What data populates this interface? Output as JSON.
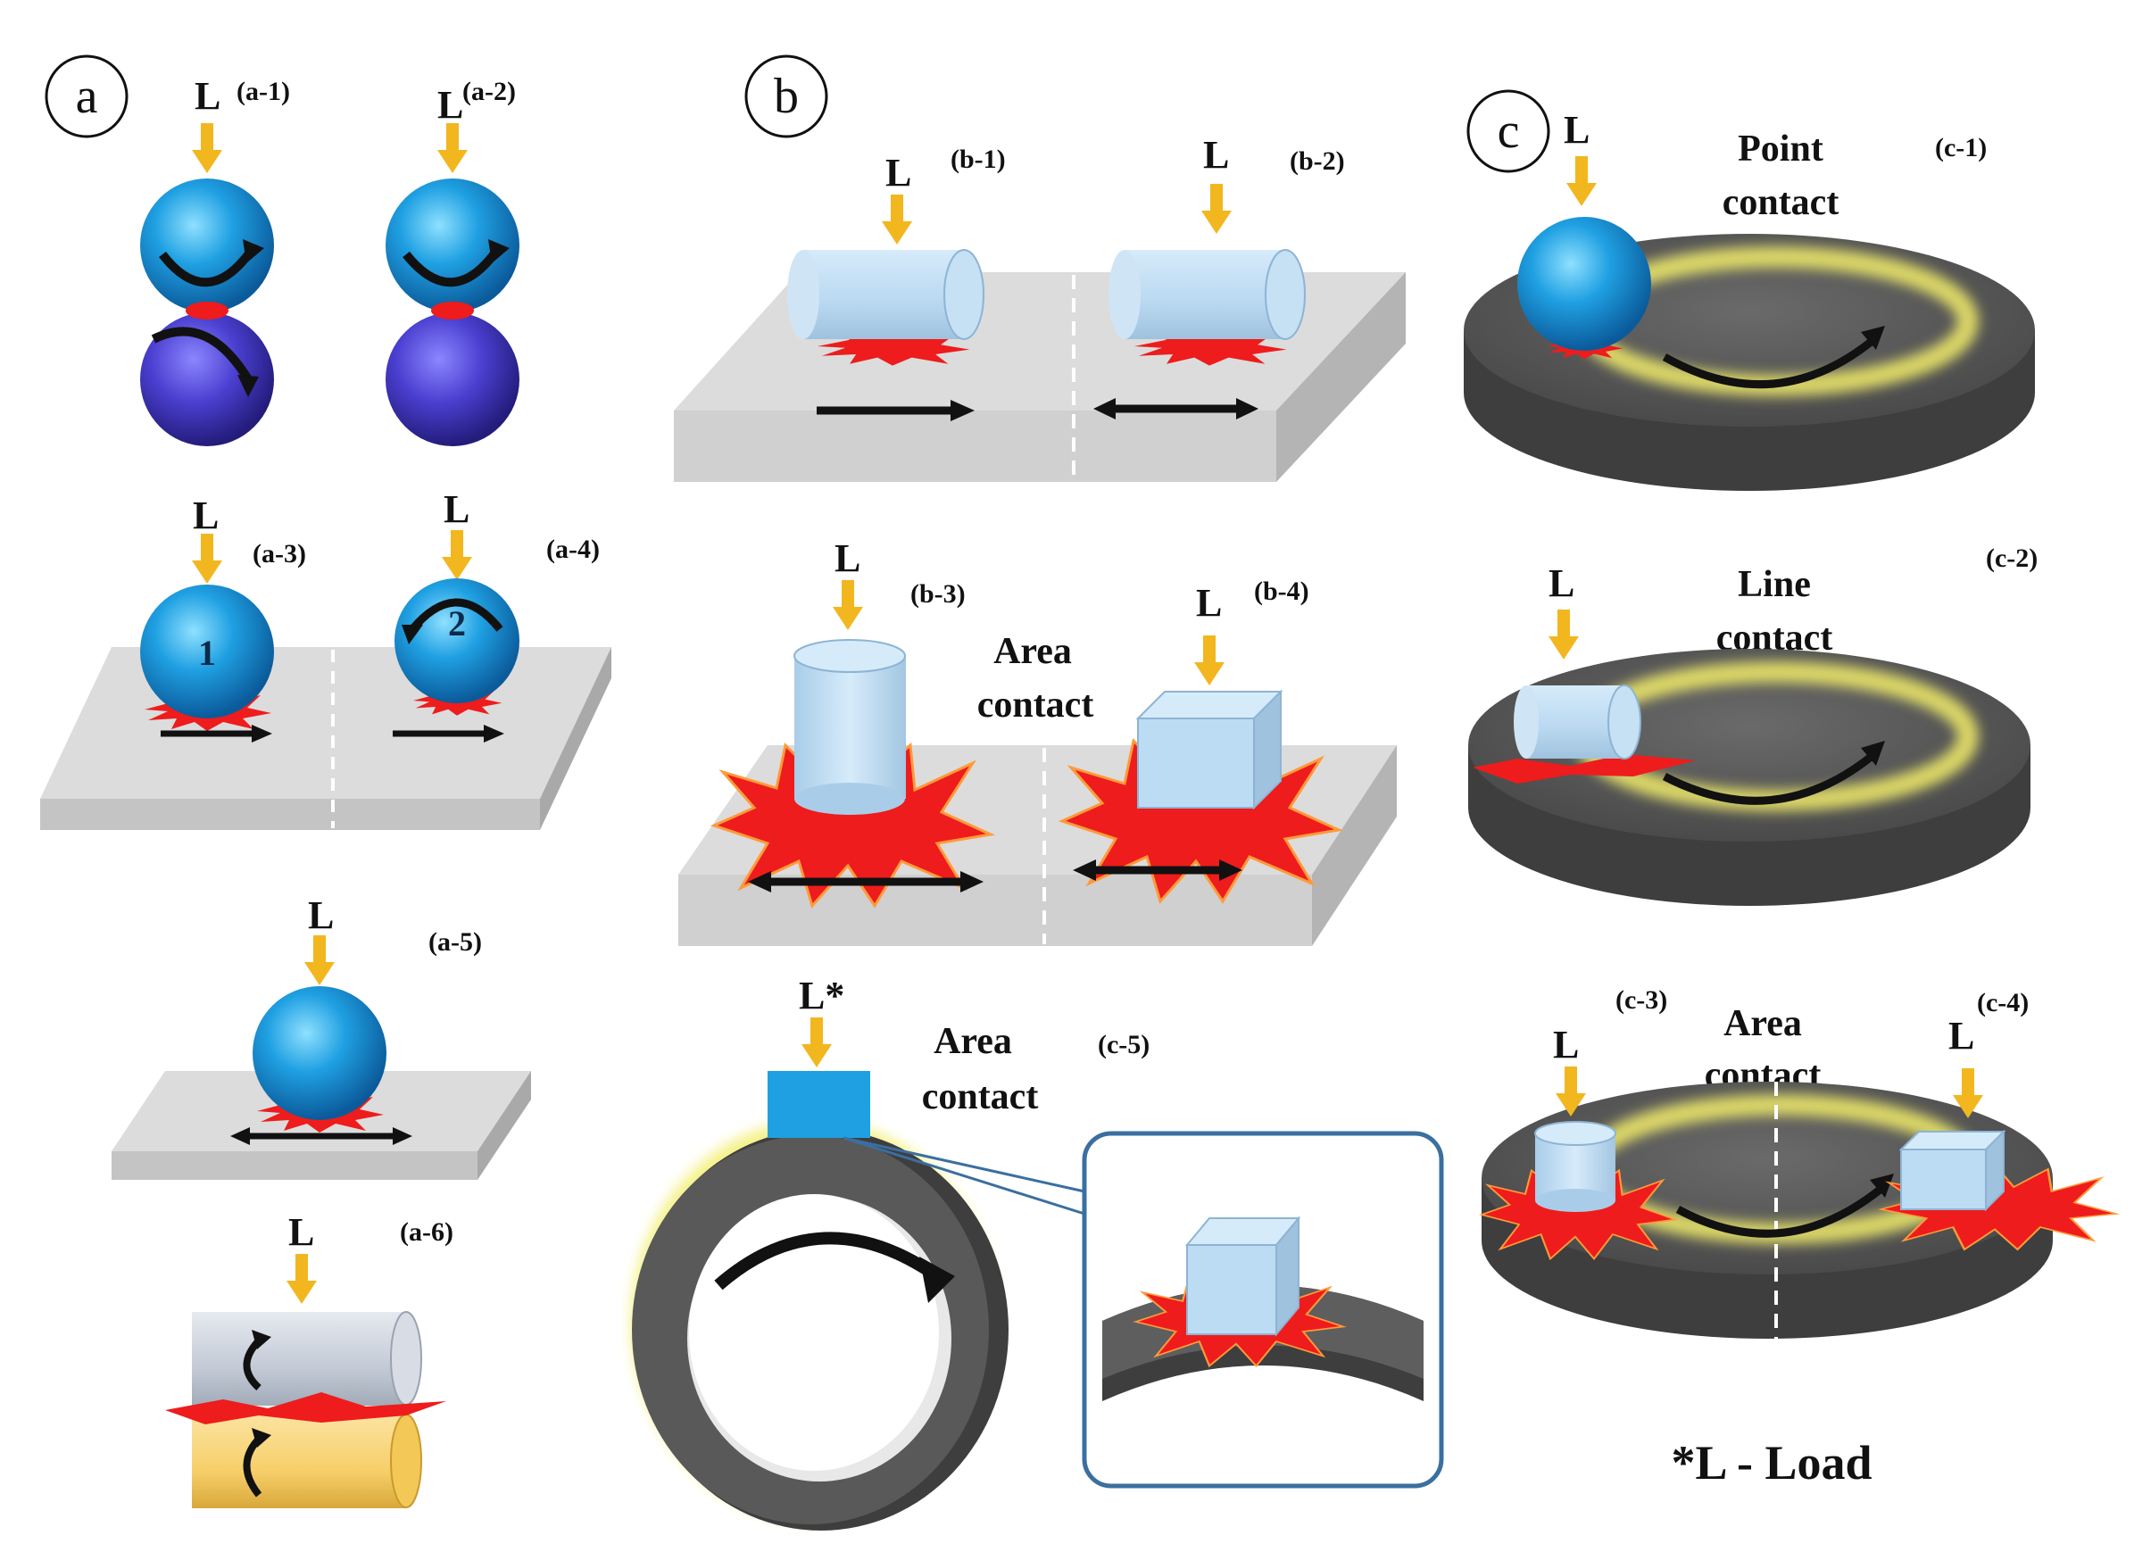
{
  "panels": {
    "a": {
      "label": "a",
      "subpanels": [
        {
          "id": "a-1",
          "label": "(a-1)",
          "load": "L"
        },
        {
          "id": "a-2",
          "label": "(a-2)",
          "load": "L"
        },
        {
          "id": "a-3",
          "label": "(a-3)",
          "load": "L",
          "ball_number": "1"
        },
        {
          "id": "a-4",
          "label": "(a-4)",
          "load": "L",
          "ball_number": "2"
        },
        {
          "id": "a-5",
          "label": "(a-5)",
          "load": "L"
        },
        {
          "id": "a-6",
          "label": "(a-6)",
          "load": "L"
        }
      ]
    },
    "b": {
      "label": "b",
      "subpanels": [
        {
          "id": "b-1",
          "label": "(b-1)",
          "load": "L"
        },
        {
          "id": "b-2",
          "label": "(b-2)",
          "load": "L"
        },
        {
          "id": "b-3",
          "label": "(b-3)",
          "load": "L"
        },
        {
          "id": "b-4",
          "label": "(b-4)",
          "load": "L"
        }
      ],
      "area_contact_line1": "Area",
      "area_contact_line2": "contact"
    },
    "c": {
      "label": "c",
      "subpanels": [
        {
          "id": "c-1",
          "label": "(c-1)",
          "load": "L",
          "title_line1": "Point",
          "title_line2": "contact"
        },
        {
          "id": "c-2",
          "label": "(c-2)",
          "load": "L",
          "title_line1": "Line",
          "title_line2": "contact"
        },
        {
          "id": "c-3",
          "label": "(c-3)",
          "load": "L"
        },
        {
          "id": "c-4",
          "label": "(c-4)",
          "load": "L"
        },
        {
          "id": "c-5",
          "label": "(c-5)",
          "load": "L*",
          "title_line1": "Area",
          "title_line2": "contact"
        }
      ],
      "area_contact_line1": "Area",
      "area_contact_line2": "contact"
    }
  },
  "footnote": "*L - Load",
  "colors": {
    "load_arrow": "#f2b71f",
    "contact_spark": "#ee1c1c",
    "ball_blue": "#1fa0e2",
    "ball_purple": "#4a3fd0",
    "plate_top": "#dcdcdc",
    "plate_side": "#c4c4c4",
    "disk_top": "#5a5a5a",
    "disk_side": "#3e3e3e",
    "wear_track": "#f3ee6a",
    "pin_light_blue": "#bcdcf3",
    "cylinder_yellow": "#f7cf6a",
    "inset_border": "#3a6fa0"
  }
}
